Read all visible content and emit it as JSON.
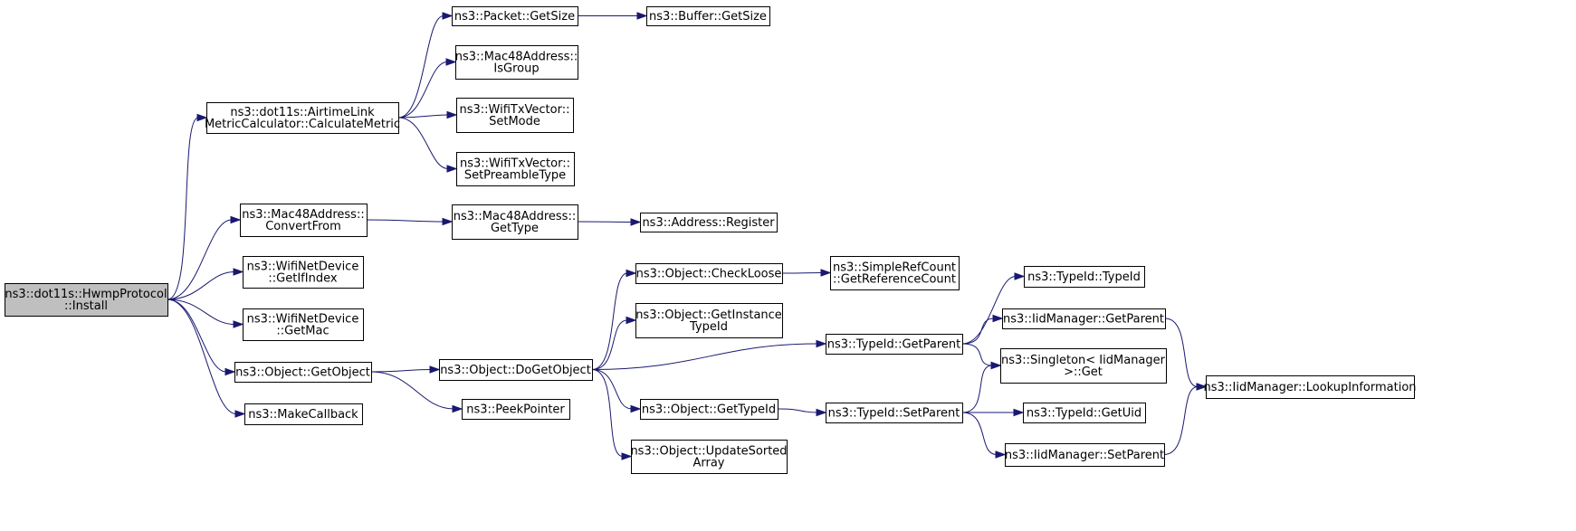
{
  "graph": {
    "type": "call-graph",
    "colors": {
      "root_fill": "#bfbfbf",
      "node_fill": "#ffffff",
      "edge": "#191970",
      "border": "#000000"
    },
    "nodes": [
      {
        "id": "install",
        "lines": [
          "ns3::dot11s::HwmpProtocol",
          "::Install"
        ],
        "root": true
      },
      {
        "id": "calculateMetric",
        "lines": [
          "ns3::dot11s::AirtimeLink",
          "MetricCalculator::CalculateMetric"
        ]
      },
      {
        "id": "convertFrom",
        "lines": [
          "ns3::Mac48Address::",
          "ConvertFrom"
        ]
      },
      {
        "id": "getIfIndex",
        "lines": [
          "ns3::WifiNetDevice",
          "::GetIfIndex"
        ]
      },
      {
        "id": "getMac",
        "lines": [
          "ns3::WifiNetDevice",
          "::GetMac"
        ]
      },
      {
        "id": "getObject",
        "lines": [
          "ns3::Object::GetObject"
        ]
      },
      {
        "id": "makeCallback",
        "lines": [
          "ns3::MakeCallback"
        ]
      },
      {
        "id": "packetGetSize",
        "lines": [
          "ns3::Packet::GetSize"
        ]
      },
      {
        "id": "isGroup",
        "lines": [
          "ns3::Mac48Address::",
          "IsGroup"
        ]
      },
      {
        "id": "setMode",
        "lines": [
          "ns3::WifiTxVector::",
          "SetMode"
        ]
      },
      {
        "id": "setPreambleType",
        "lines": [
          "ns3::WifiTxVector::",
          "SetPreambleType"
        ]
      },
      {
        "id": "bufferGetSize",
        "lines": [
          "ns3::Buffer::GetSize"
        ]
      },
      {
        "id": "macGetType",
        "lines": [
          "ns3::Mac48Address::",
          "GetType"
        ]
      },
      {
        "id": "addressRegister",
        "lines": [
          "ns3::Address::Register"
        ]
      },
      {
        "id": "doGetObject",
        "lines": [
          "ns3::Object::DoGetObject"
        ]
      },
      {
        "id": "peekPointer",
        "lines": [
          "ns3::PeekPointer"
        ]
      },
      {
        "id": "checkLoose",
        "lines": [
          "ns3::Object::CheckLoose"
        ]
      },
      {
        "id": "getInstanceTypeId",
        "lines": [
          "ns3::Object::GetInstance",
          "TypeId"
        ]
      },
      {
        "id": "objectGetTypeId",
        "lines": [
          "ns3::Object::GetTypeId"
        ]
      },
      {
        "id": "updateSortedArray",
        "lines": [
          "ns3::Object::UpdateSorted",
          "Array"
        ]
      },
      {
        "id": "getReferenceCount",
        "lines": [
          "ns3::SimpleRefCount",
          "::GetReferenceCount"
        ]
      },
      {
        "id": "typeIdGetParent",
        "lines": [
          "ns3::TypeId::GetParent"
        ]
      },
      {
        "id": "typeIdSetParent",
        "lines": [
          "ns3::TypeId::SetParent"
        ]
      },
      {
        "id": "typeIdTypeId",
        "lines": [
          "ns3::TypeId::TypeId"
        ]
      },
      {
        "id": "iidGetParent",
        "lines": [
          "ns3::IidManager::GetParent"
        ]
      },
      {
        "id": "singletonGet",
        "lines": [
          "ns3::Singleton< IidManager",
          ">::Get"
        ]
      },
      {
        "id": "typeIdGetUid",
        "lines": [
          "ns3::TypeId::GetUid"
        ]
      },
      {
        "id": "iidSetParent",
        "lines": [
          "ns3::IidManager::SetParent"
        ]
      },
      {
        "id": "lookupInformation",
        "lines": [
          "ns3::IidManager::LookupInformation"
        ]
      }
    ],
    "edges": [
      {
        "from": "install",
        "to": "calculateMetric"
      },
      {
        "from": "install",
        "to": "convertFrom"
      },
      {
        "from": "install",
        "to": "getIfIndex"
      },
      {
        "from": "install",
        "to": "getMac"
      },
      {
        "from": "install",
        "to": "getObject"
      },
      {
        "from": "install",
        "to": "makeCallback"
      },
      {
        "from": "calculateMetric",
        "to": "packetGetSize"
      },
      {
        "from": "calculateMetric",
        "to": "isGroup"
      },
      {
        "from": "calculateMetric",
        "to": "setMode"
      },
      {
        "from": "calculateMetric",
        "to": "setPreambleType"
      },
      {
        "from": "packetGetSize",
        "to": "bufferGetSize"
      },
      {
        "from": "convertFrom",
        "to": "macGetType"
      },
      {
        "from": "macGetType",
        "to": "addressRegister"
      },
      {
        "from": "getObject",
        "to": "doGetObject"
      },
      {
        "from": "getObject",
        "to": "peekPointer"
      },
      {
        "from": "doGetObject",
        "to": "checkLoose"
      },
      {
        "from": "doGetObject",
        "to": "getInstanceTypeId"
      },
      {
        "from": "doGetObject",
        "to": "typeIdGetParent"
      },
      {
        "from": "doGetObject",
        "to": "objectGetTypeId"
      },
      {
        "from": "doGetObject",
        "to": "updateSortedArray"
      },
      {
        "from": "checkLoose",
        "to": "getReferenceCount"
      },
      {
        "from": "objectGetTypeId",
        "to": "typeIdSetParent"
      },
      {
        "from": "typeIdGetParent",
        "to": "typeIdTypeId"
      },
      {
        "from": "typeIdGetParent",
        "to": "iidGetParent"
      },
      {
        "from": "typeIdGetParent",
        "to": "singletonGet"
      },
      {
        "from": "typeIdSetParent",
        "to": "singletonGet"
      },
      {
        "from": "typeIdSetParent",
        "to": "typeIdGetUid"
      },
      {
        "from": "typeIdSetParent",
        "to": "iidSetParent"
      },
      {
        "from": "iidGetParent",
        "to": "lookupInformation"
      },
      {
        "from": "iidSetParent",
        "to": "lookupInformation"
      }
    ]
  }
}
